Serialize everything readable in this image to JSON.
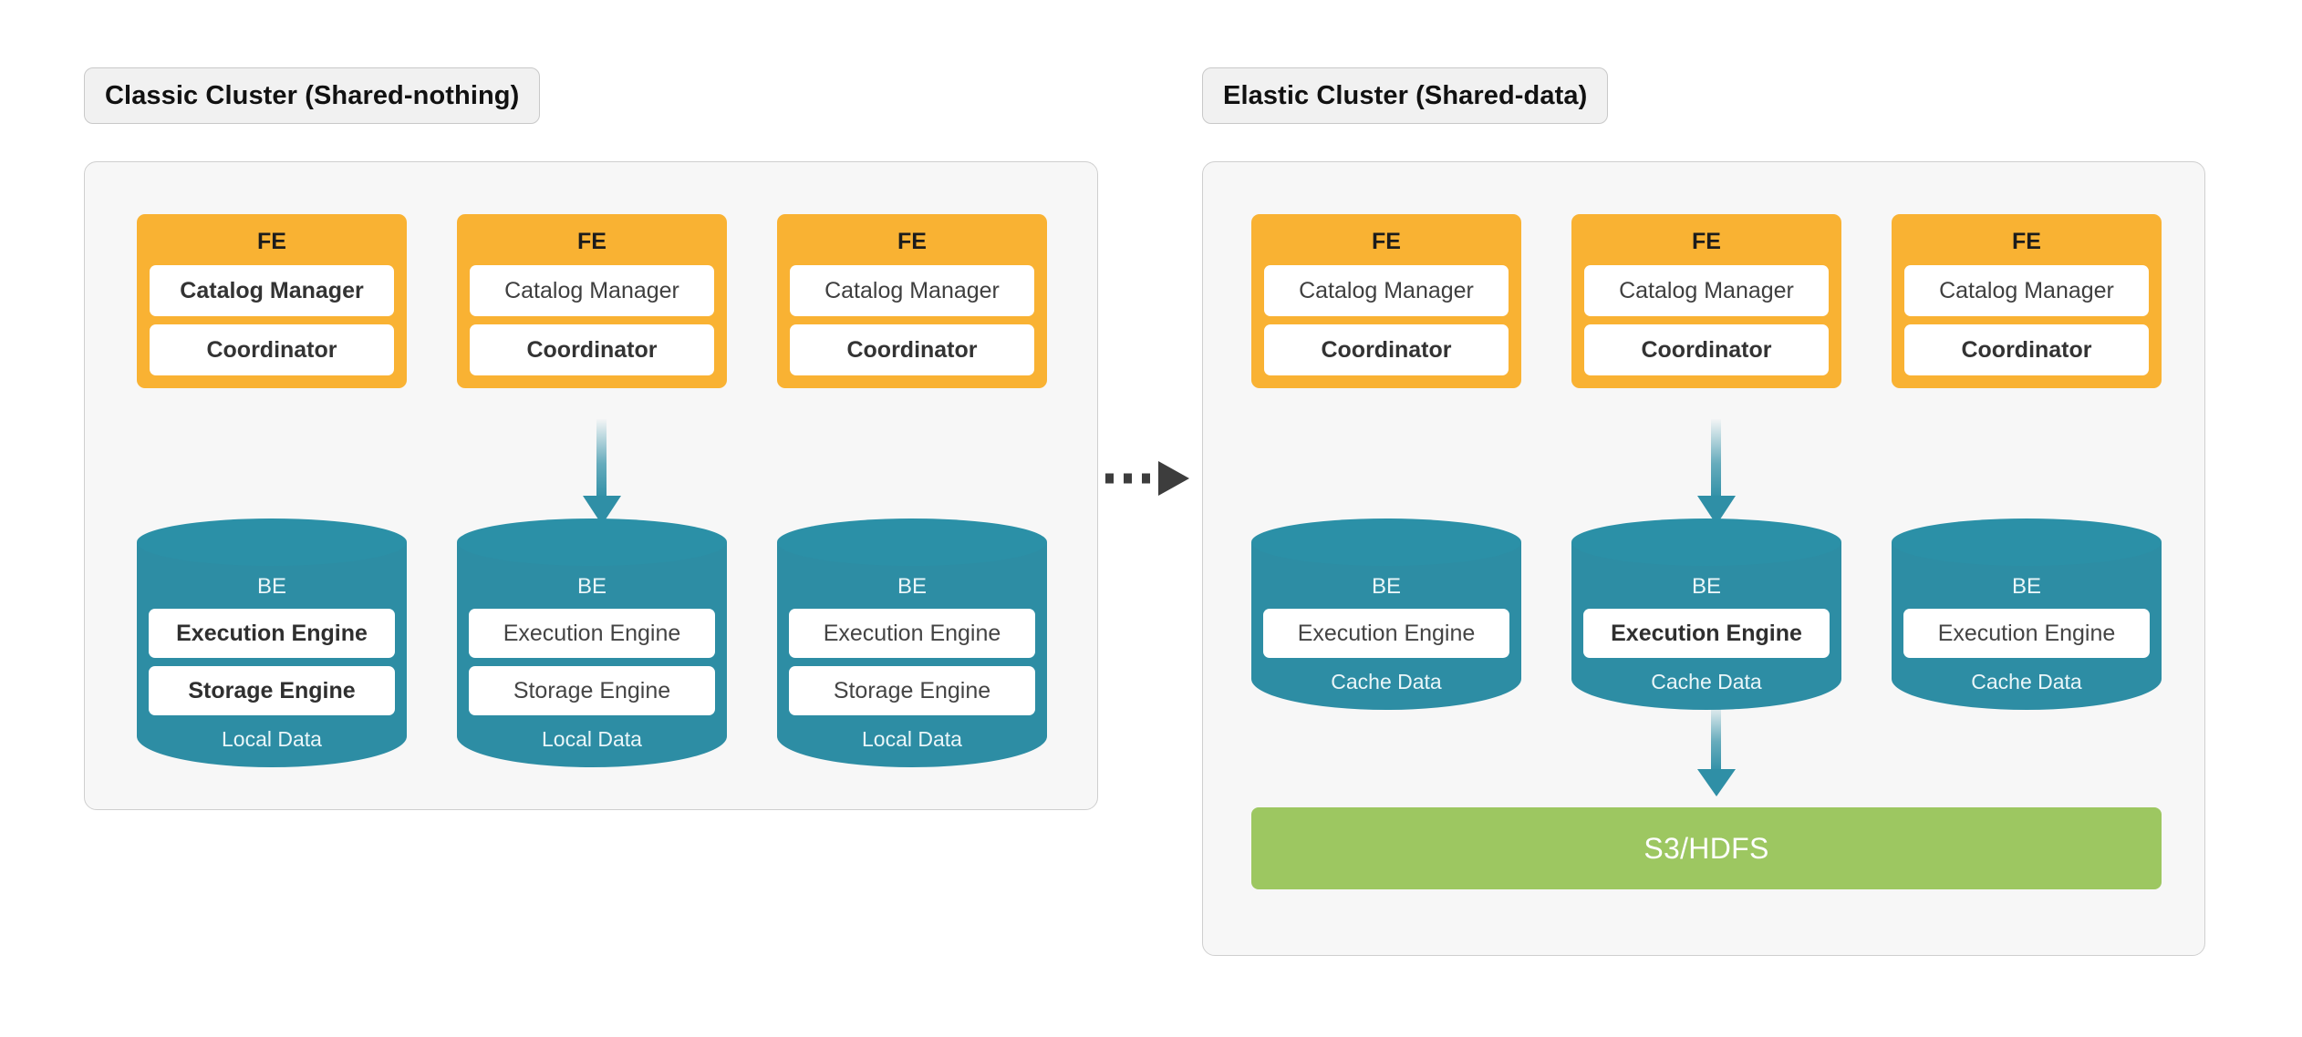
{
  "diagram": {
    "title_icon": "architecture-diagram",
    "background": "#ffffff",
    "transition_arrow": {
      "name": "dashed-right-arrow",
      "style": "dashed",
      "color": "#3d3d3d",
      "direction": "right"
    }
  },
  "colors": {
    "fe_fill": "#f9b233",
    "be_fill": "#2d8da4",
    "be_cap_fill": "#2b90a7",
    "storage_fill": "#9dc761",
    "panel_fill": "#f7f7f7",
    "panel_border": "#cfcfcf",
    "pill_fill": "#f1f1f1",
    "pill_border": "#c9c9c9",
    "arrow_teal": "#2f8fa6",
    "inner_box_fill": "#ffffff",
    "text_dark": "#3f3f3f",
    "text_light": "#eaf6f9"
  },
  "clusters": [
    {
      "id": "classic",
      "title": "Classic Cluster (Shared-nothing)",
      "fe_nodes": [
        {
          "title": "FE",
          "rows": [
            {
              "label": "Catalog Manager",
              "emphasis": true
            },
            {
              "label": "Coordinator",
              "emphasis": true
            }
          ]
        },
        {
          "title": "FE",
          "rows": [
            {
              "label": "Catalog Manager",
              "emphasis": false
            },
            {
              "label": "Coordinator",
              "emphasis": true
            }
          ]
        },
        {
          "title": "FE",
          "rows": [
            {
              "label": "Catalog Manager",
              "emphasis": false
            },
            {
              "label": "Coordinator",
              "emphasis": true
            }
          ]
        }
      ],
      "be_nodes": [
        {
          "title": "BE",
          "rows": [
            {
              "label": "Execution Engine",
              "emphasis": true
            },
            {
              "label": "Storage Engine",
              "emphasis": true
            }
          ],
          "footer": "Local Data"
        },
        {
          "title": "BE",
          "rows": [
            {
              "label": "Execution Engine",
              "emphasis": false
            },
            {
              "label": "Storage Engine",
              "emphasis": false
            }
          ],
          "footer": "Local Data"
        },
        {
          "title": "BE",
          "rows": [
            {
              "label": "Execution Engine",
              "emphasis": false
            },
            {
              "label": "Storage Engine",
              "emphasis": false
            }
          ],
          "footer": "Local Data"
        }
      ],
      "storage": null
    },
    {
      "id": "elastic",
      "title": "Elastic Cluster (Shared-data)",
      "fe_nodes": [
        {
          "title": "FE",
          "rows": [
            {
              "label": "Catalog Manager",
              "emphasis": false
            },
            {
              "label": "Coordinator",
              "emphasis": true
            }
          ]
        },
        {
          "title": "FE",
          "rows": [
            {
              "label": "Catalog Manager",
              "emphasis": false
            },
            {
              "label": "Coordinator",
              "emphasis": true
            }
          ]
        },
        {
          "title": "FE",
          "rows": [
            {
              "label": "Catalog Manager",
              "emphasis": false
            },
            {
              "label": "Coordinator",
              "emphasis": true
            }
          ]
        }
      ],
      "be_nodes": [
        {
          "title": "BE",
          "rows": [
            {
              "label": "Execution Engine",
              "emphasis": false
            }
          ],
          "footer": "Cache Data"
        },
        {
          "title": "BE",
          "rows": [
            {
              "label": "Execution Engine",
              "emphasis": false
            }
          ],
          "footer": "Cache Data"
        },
        {
          "title": "BE",
          "rows": [
            {
              "label": "Execution Engine",
              "emphasis": false
            }
          ],
          "footer": "Cache Data"
        }
      ],
      "storage": {
        "label": "S3/HDFS",
        "icon": "object-storage-icon"
      }
    }
  ]
}
